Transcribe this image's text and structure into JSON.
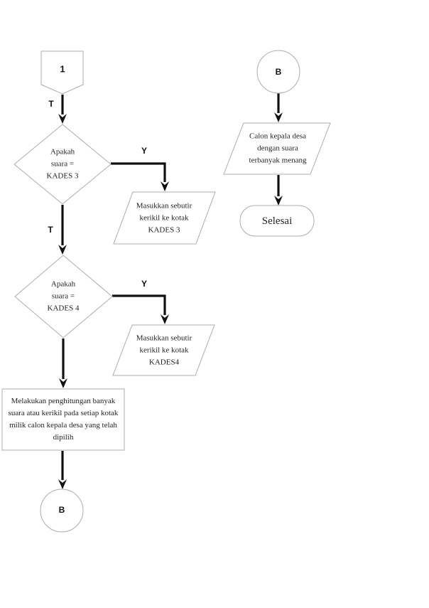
{
  "diagram": {
    "type": "flowchart",
    "colors": {
      "background": "#ffffff",
      "shape_border": "#acacac",
      "arrow": "#111111",
      "text": "#232323"
    },
    "nodes": {
      "offpage_connector_1": {
        "shape": "off-page-connector",
        "label": "1"
      },
      "decision_kades3": {
        "shape": "decision-diamond",
        "text": "Apakah\nsuara =\nKADES 3"
      },
      "io_pebble_kades3": {
        "shape": "io-parallelogram",
        "text": "Masukkan sebutir\nkerikil ke kotak\nKADES 3"
      },
      "decision_kades4": {
        "shape": "decision-diamond",
        "text": "Apakah\nsuara =\nKADES 4"
      },
      "io_pebble_kades4": {
        "shape": "io-parallelogram",
        "text": "Masukkan sebutir\nkerikil ke kotak\nKADES4"
      },
      "process_count_votes": {
        "shape": "process-rectangle",
        "text": "Melakukan penghitungan banyak\nsuara atau kerikil pada setiap kotak\nmilik calon kepala desa yang telah\ndipilih"
      },
      "connector_b_bottom": {
        "shape": "circle-connector",
        "label": "B"
      },
      "connector_b_top": {
        "shape": "circle-connector",
        "label": "B"
      },
      "io_winner": {
        "shape": "io-parallelogram",
        "text": "Calon kepala desa\ndengan suara\nterbanyak menang"
      },
      "terminator_end": {
        "shape": "terminator",
        "text": "Selesai"
      }
    },
    "edge_labels": {
      "t_connector1_to_decision3": "T",
      "y_decision3_to_io3": "Y",
      "t_decision3_to_decision4": "T",
      "y_decision4_to_io4": "Y"
    }
  }
}
